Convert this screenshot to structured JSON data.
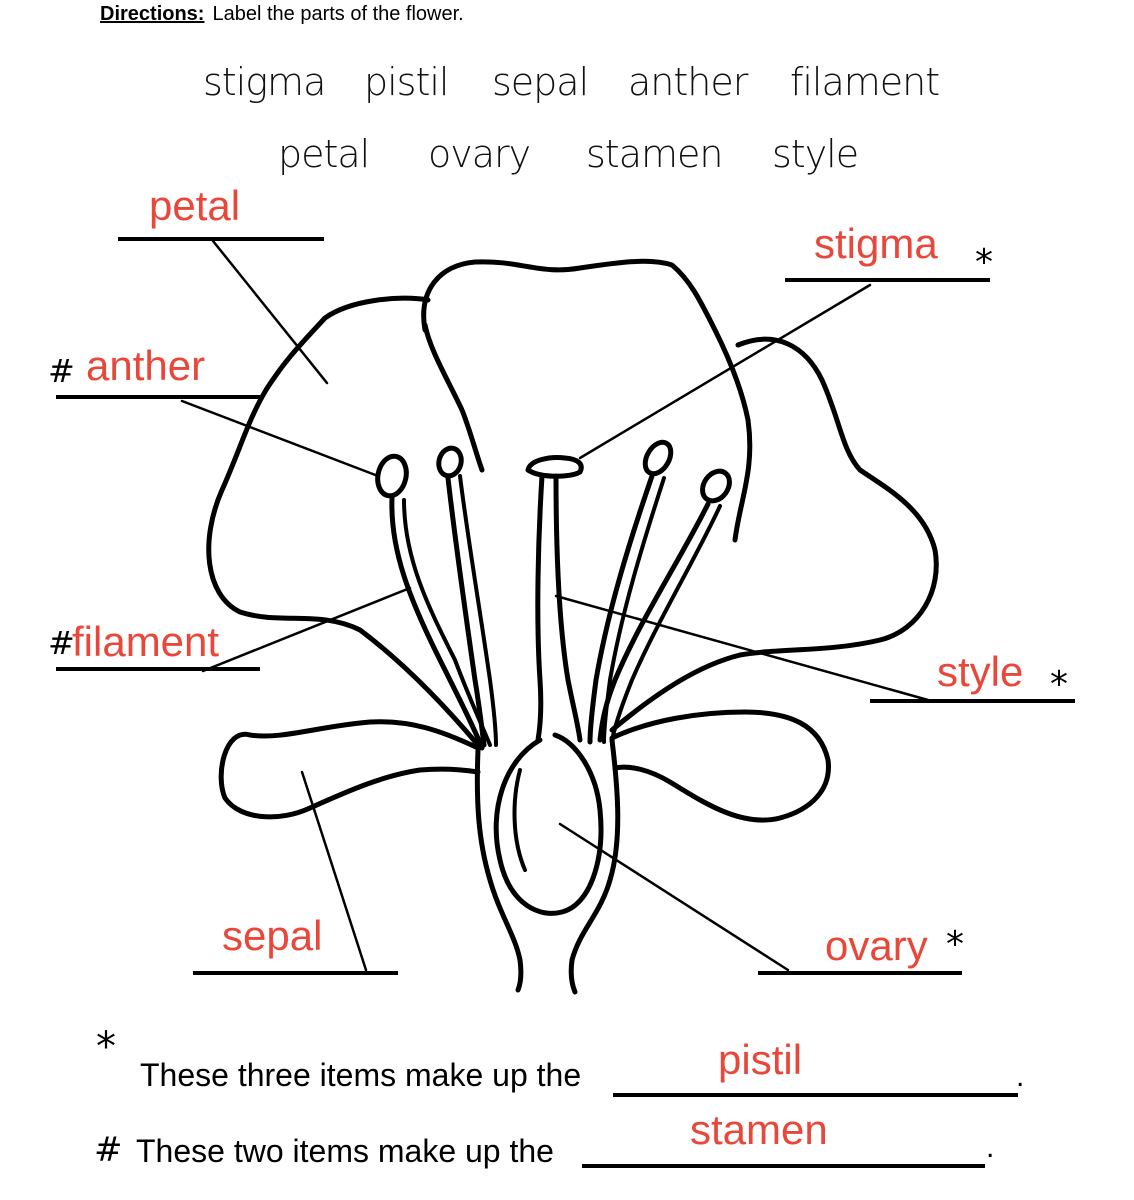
{
  "directions": {
    "lead": "Directions:",
    "text": "Label the parts of the flower."
  },
  "word_bank": {
    "row1": [
      "stigma",
      "pistil",
      "sepal",
      "anther",
      "filament"
    ],
    "row2": [
      "petal",
      "ovary",
      "stamen",
      "style"
    ]
  },
  "labels": {
    "petal": "petal",
    "stigma": "stigma",
    "anther": "anther",
    "filament": "filament",
    "style": "style",
    "sepal": "sepal",
    "ovary": "ovary"
  },
  "marks": {
    "star": "*",
    "hash": "#"
  },
  "summary": {
    "pistil_sentence": "These three items make up the",
    "pistil_answer": "pistil",
    "stamen_sentence": "These two items make up the",
    "stamen_answer": "stamen",
    "period": "."
  },
  "colors": {
    "answer": "#e8473a",
    "ink": "#000000"
  }
}
